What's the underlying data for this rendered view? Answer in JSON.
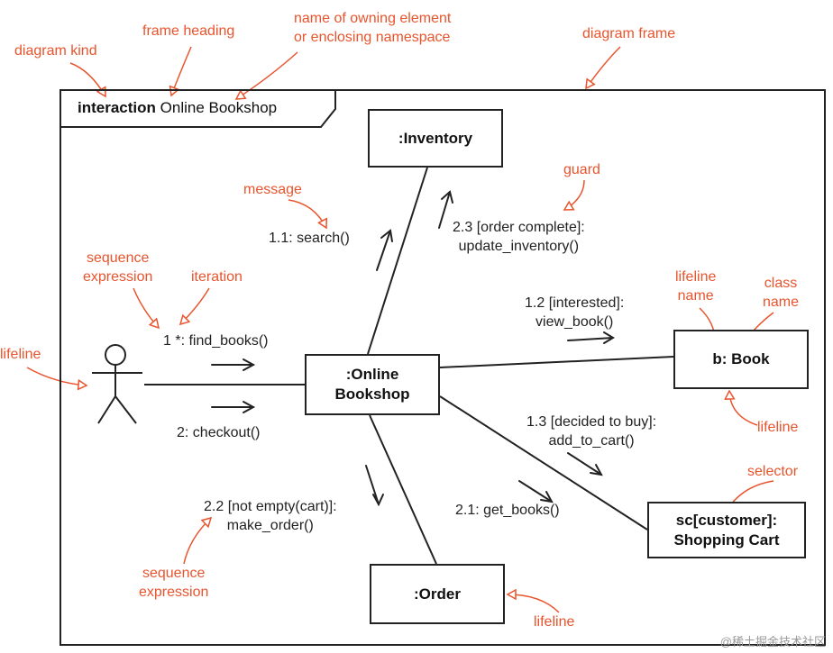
{
  "frame": {
    "heading_kind": "interaction",
    "heading_name": "Online Bookshop"
  },
  "nodes": {
    "inventory": ":Inventory",
    "online_bookshop": [
      ":Online",
      "Bookshop"
    ],
    "book": "b: Book",
    "shopping_cart": [
      "sc[customer]:",
      "Shopping Cart"
    ],
    "order": ":Order"
  },
  "messages": {
    "search": "1.1: search()",
    "update_inventory": [
      "2.3 [order complete]:",
      "update_inventory()"
    ],
    "view_book": [
      "1.2 [interested]:",
      "view_book()"
    ],
    "find_books": "1 *: find_books()",
    "checkout": "2: checkout()",
    "add_to_cart": [
      "1.3 [decided to buy]:",
      "add_to_cart()"
    ],
    "get_books": "2.1: get_books()",
    "make_order": [
      "2.2 [not empty(cart)]:",
      "make_order()"
    ]
  },
  "annotations": {
    "diagram_kind": "diagram kind",
    "frame_heading": "frame heading",
    "owning_element": [
      "name of owning element",
      "or enclosing namespace"
    ],
    "diagram_frame": "diagram frame",
    "message": "message",
    "guard": "guard",
    "sequence_expression_top": [
      "sequence",
      "expression"
    ],
    "iteration": "iteration",
    "lifeline_actor": "lifeline",
    "lifeline_name": [
      "lifeline",
      "name"
    ],
    "class_name": [
      "class",
      "name"
    ],
    "lifeline_book": "lifeline",
    "selector": "selector",
    "sequence_expression_bottom": [
      "sequence",
      "expression"
    ],
    "lifeline_order": "lifeline"
  },
  "colors": {
    "annotation": "#e8542d",
    "line": "#222222"
  },
  "watermark": "@稀土掘金技术社区"
}
